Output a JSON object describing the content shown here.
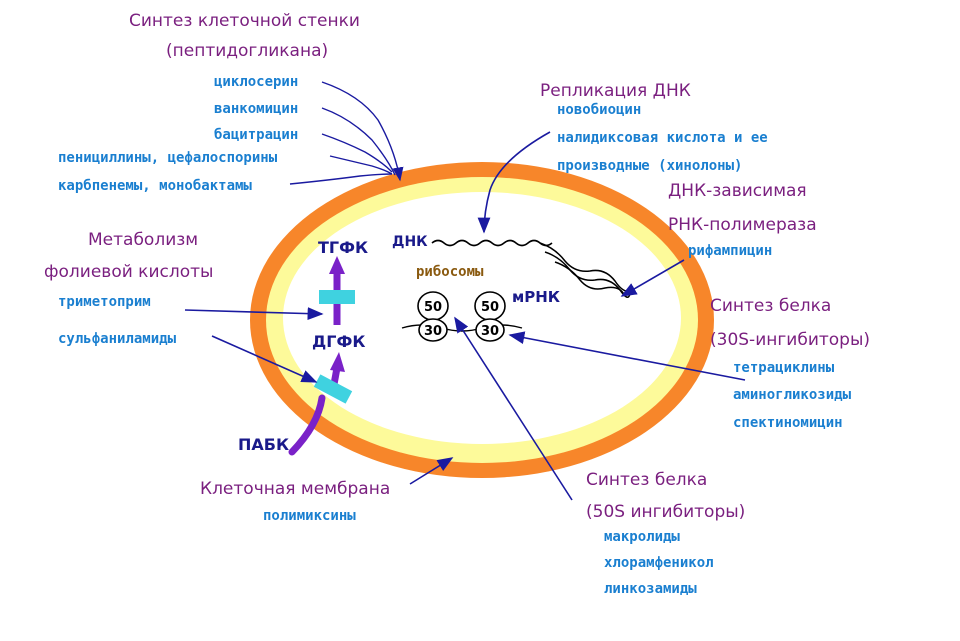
{
  "cell_wall": {
    "title_line1": "Синтез клеточной стенки",
    "title_line2": "(пептидогликана)",
    "drugs": [
      "циклосерин",
      "ванкомицин",
      "бацитрацин",
      "пенициллины, цефалоспорины",
      "карбпенемы, монобактамы"
    ]
  },
  "dna_replication": {
    "title": "Репликация ДНК",
    "drugs": [
      "новобиоцин",
      "налидиксовая кислота и ее",
      "производные (хинолоны)"
    ]
  },
  "rna_polymerase": {
    "title_line1": "ДНК-зависимая",
    "title_line2": "РНК-полимераза",
    "drugs": [
      "рифампицин"
    ]
  },
  "folate": {
    "title_line1": "Метаболизм",
    "title_line2": "фолиевой кислоты",
    "drugs": [
      "триметоприм",
      "сульфаниламиды"
    ]
  },
  "protein_30s": {
    "title_line1": "Синтез белка",
    "title_line2": "(30S-ингибиторы)",
    "drugs": [
      "тетрациклины",
      "аминогликозиды",
      "спектиномицин"
    ]
  },
  "protein_50s": {
    "title_line1": "Синтез белка",
    "title_line2": "(50S ингибиторы)",
    "drugs": [
      "макролиды",
      "хлорамфеникол",
      "линкозамиды"
    ]
  },
  "membrane": {
    "title": "Клеточная мембрана",
    "drugs": [
      "полимиксины"
    ]
  },
  "cell_labels": {
    "tgfk": "ТГФК",
    "dgfk": "ДГФК",
    "pabk": "ПАБК",
    "dna": "ДНК",
    "ribosomes": "рибосомы",
    "mrna": "мРНК",
    "ribosome_large": "50",
    "ribosome_small": "30"
  },
  "colors": {
    "wall": "#f7862a",
    "membrane": "#fdfa9a",
    "cytoplasm": "#ffffff",
    "heading": "#7a1f7f",
    "drug": "#1a7fd0",
    "arrow": "#1a1aa0",
    "pathway": "#7a22c8",
    "enzyme_block": "#3fd2e0"
  }
}
